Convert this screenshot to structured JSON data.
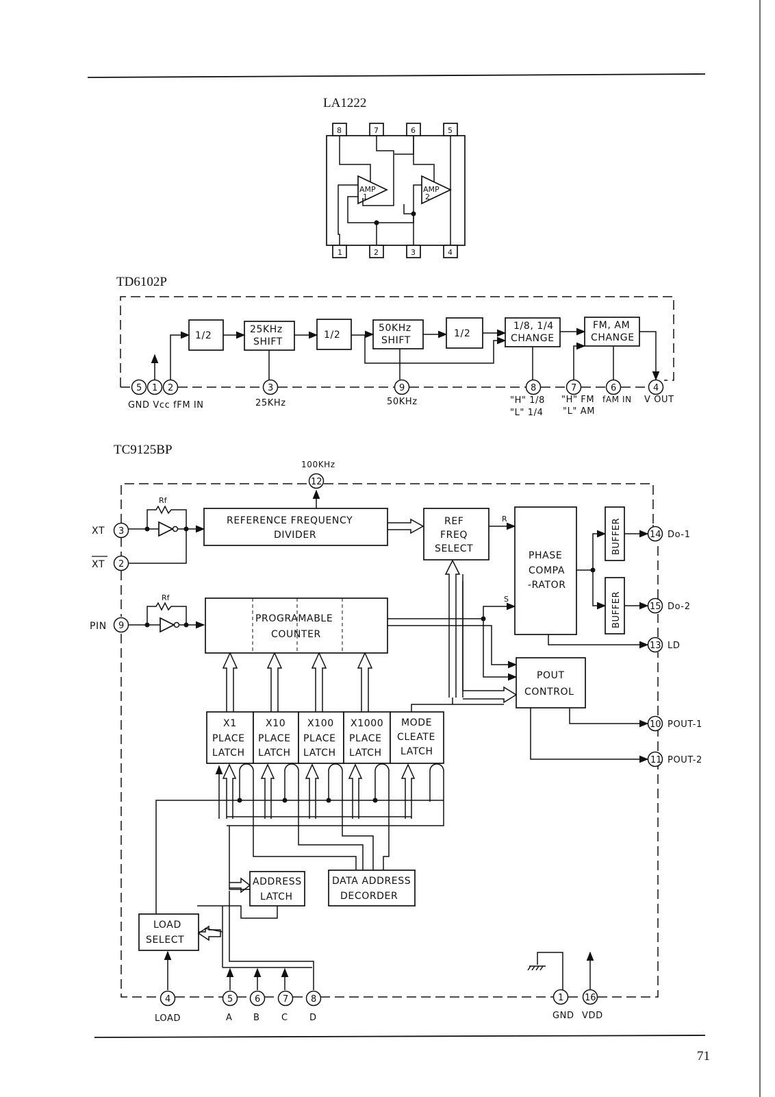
{
  "page_number": "71",
  "la1222": {
    "title": "LA1222",
    "pins_top": [
      "8",
      "7",
      "6",
      "5"
    ],
    "pins_bottom": [
      "1",
      "2",
      "3",
      "4"
    ],
    "amp1": [
      "AMP",
      "1"
    ],
    "amp2": [
      "AMP",
      "2"
    ]
  },
  "td6102p": {
    "title": "TD6102P",
    "div1": "1/2",
    "shift25": [
      "25KHz",
      "SHIFT"
    ],
    "div2": "1/2",
    "shift50": [
      "50KHz",
      "SHIFT"
    ],
    "div3": "1/2",
    "change": [
      "1/8, 1/4",
      "CHANGE"
    ],
    "fmam": [
      "FM, AM",
      "CHANGE"
    ],
    "pins": {
      "p5": "5",
      "p1": "1",
      "p2": "2",
      "p3": "3",
      "p9": "9",
      "p8": "8",
      "p7": "7",
      "p6": "6",
      "p4": "4"
    },
    "labels": {
      "gnd": "GND Vcc fFM IN",
      "l25": "25KHz",
      "l50": "50KHz",
      "h18": "\"H\" 1/8",
      "l14": "\"L\" 1/4",
      "hfm": "\"H\" FM",
      "lam": "\"L\" AM",
      "famin": "fAM IN",
      "vout": "V OUT"
    }
  },
  "tc9125bp": {
    "title": "TC9125BP",
    "freq_100k": "100KHz",
    "rf1": "Rf",
    "rf2": "Rf",
    "ref_div": [
      "REFERENCE FREQUENCY",
      "DIVIDER"
    ],
    "ref_sel": [
      "REF",
      "FREQ",
      "SELECT"
    ],
    "phase": [
      "PHASE",
      "COMPA",
      "-RATOR"
    ],
    "buffer1": "BUFFER",
    "buffer2": "BUFFER",
    "prog_counter": [
      "PROGRAMABLE",
      "COUNTER"
    ],
    "pout_ctrl": [
      "POUT",
      "CONTROL"
    ],
    "latches": [
      [
        "X1",
        "PLACE",
        "LATCH"
      ],
      [
        "X10",
        "PLACE",
        "LATCH"
      ],
      [
        "X100",
        "PLACE",
        "LATCH"
      ],
      [
        "X1000",
        "PLACE",
        "LATCH"
      ],
      [
        "MODE",
        "CLEATE",
        "LATCH"
      ]
    ],
    "addr_latch": [
      "ADDRESS",
      "LATCH"
    ],
    "data_dec": [
      "DATA ADDRESS",
      "DECORDER"
    ],
    "load_sel": [
      "LOAD",
      "SELECT"
    ],
    "sig_r": "R",
    "sig_s": "S",
    "pins": {
      "p12": "12",
      "p3": "3",
      "p2": "2",
      "p9": "9",
      "p14": "14",
      "p15": "15",
      "p13": "13",
      "p10": "10",
      "p11": "11",
      "p4": "4",
      "p5": "5",
      "p6": "6",
      "p7": "7",
      "p8": "8",
      "p1": "1",
      "p16": "16"
    },
    "pin_labels": {
      "xt": "XT",
      "xtbar": "XT",
      "pin": "PIN",
      "do1": "Do-1",
      "do2": "Do-2",
      "ld": "LD",
      "pout1": "POUT-1",
      "pout2": "POUT-2",
      "load": "LOAD",
      "a": "A",
      "b": "B",
      "c": "C",
      "d": "D",
      "gnd": "GND",
      "vdd": "VDD"
    }
  }
}
